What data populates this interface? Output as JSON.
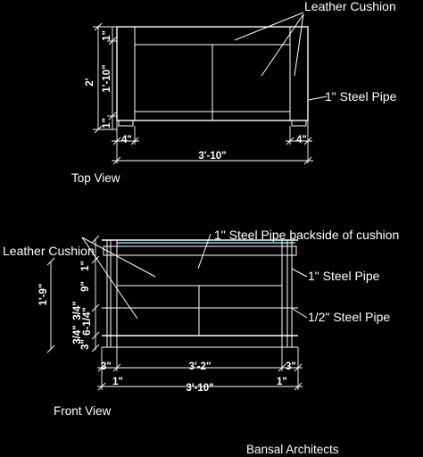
{
  "top_view": {
    "title": "Top View",
    "labels": {
      "leather_cushion": "Leather Cushion",
      "steel_pipe": "1\" Steel Pipe"
    },
    "dims": {
      "overall_depth": "2'",
      "top_rail": "1\"",
      "inner_depth": "1'-10\"",
      "bottom_rail": "1\"",
      "left_end": "4\"",
      "right_end": "4\"",
      "overall_width": "3'-10\""
    }
  },
  "front_view": {
    "title": "Front View",
    "labels": {
      "leather_cushion": "Leather Cushion",
      "steel_pipe_back": "1\" Steel Pipe backside of cushion",
      "steel_pipe": "1\" Steel Pipe",
      "half_steel_pipe": "1/2\" Steel Pipe"
    },
    "dims": {
      "overall_height": "1'-9\"",
      "top_pipe": "1\"",
      "seg_9": "9\"",
      "seg_3_4a": "3/4\"",
      "seg_6_1_4": "6-1/4\"",
      "seg_3_4b": "3/4\"",
      "seg_3": "3\"",
      "left_offset": "3\"",
      "middle": "3'-2\"",
      "right_offset": "3\"",
      "left_leg": "1\"",
      "overall_width": "3'-10\"",
      "right_leg": "1\""
    }
  },
  "credit": "Bansal Architects"
}
